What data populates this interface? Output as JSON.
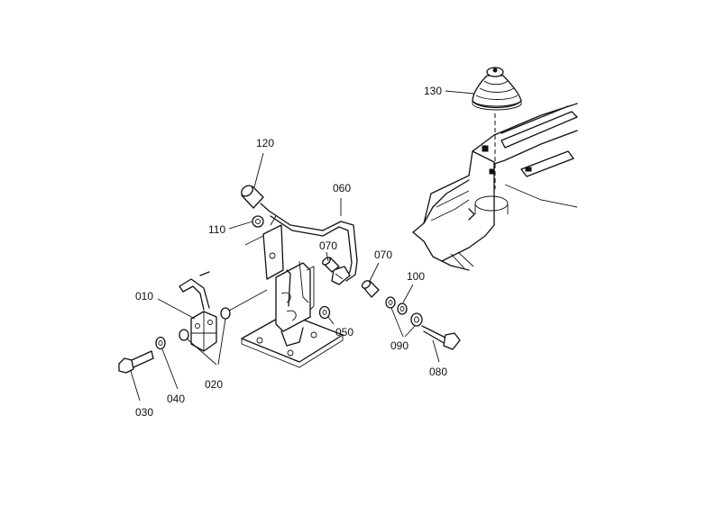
{
  "labels": {
    "p010": "010",
    "p020": "020",
    "p030": "030",
    "p040": "040",
    "p050": "050",
    "p060": "060",
    "p070a": "070",
    "p070b": "070",
    "p080": "080",
    "p090": "090",
    "p100": "100",
    "p110": "110",
    "p120": "120",
    "p130": "130"
  }
}
